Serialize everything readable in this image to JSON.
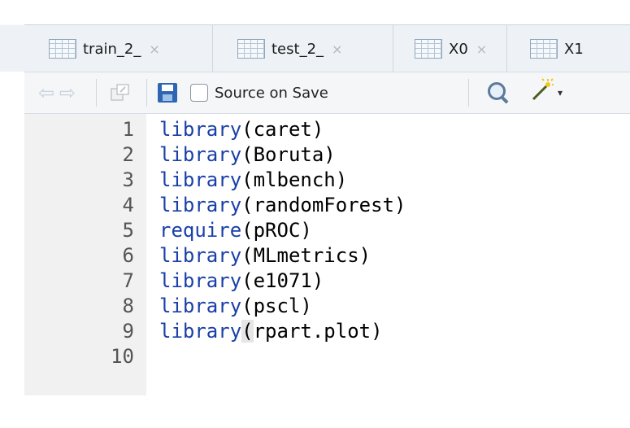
{
  "tabs": [
    {
      "label": "train_2_",
      "close": "×"
    },
    {
      "label": "test_2_",
      "close": "×"
    },
    {
      "label": "X0",
      "close": "×"
    },
    {
      "label": "X1",
      "close": ""
    }
  ],
  "toolbar": {
    "back_glyph": "⇦",
    "forward_glyph": "⇨",
    "source_on_save_label": "Source on Save",
    "source_on_save_checked": false,
    "dropdown_glyph": "▾"
  },
  "editor": {
    "lines": [
      {
        "number": "1",
        "keyword": "library",
        "rest": "(caret)"
      },
      {
        "number": "2",
        "keyword": "library",
        "rest": "(Boruta)"
      },
      {
        "number": "3",
        "keyword": "library",
        "rest": "(mlbench)"
      },
      {
        "number": "4",
        "keyword": "library",
        "rest": "(randomForest)"
      },
      {
        "number": "5",
        "keyword": "require",
        "rest": "(pROC)"
      },
      {
        "number": "6",
        "keyword": "library",
        "rest": "(MLmetrics)"
      },
      {
        "number": "7",
        "keyword": "library",
        "rest": "(e1071)"
      },
      {
        "number": "8",
        "keyword": "library",
        "rest": "(pscl)"
      },
      {
        "number": "9",
        "keyword": "library",
        "rest": "rpart.plot)",
        "highlight_bracket": "("
      },
      {
        "number": "10",
        "keyword": "",
        "rest": ""
      }
    ]
  },
  "colors": {
    "keyword": "#1a3fa8",
    "save_icon": "#2f66b3",
    "gutter_bg": "#f1f1f1"
  },
  "icons": [
    "grid-icon",
    "back-arrow-icon",
    "forward-arrow-icon",
    "show-in-window-icon",
    "save-icon",
    "search-icon",
    "magic-wand-icon"
  ]
}
